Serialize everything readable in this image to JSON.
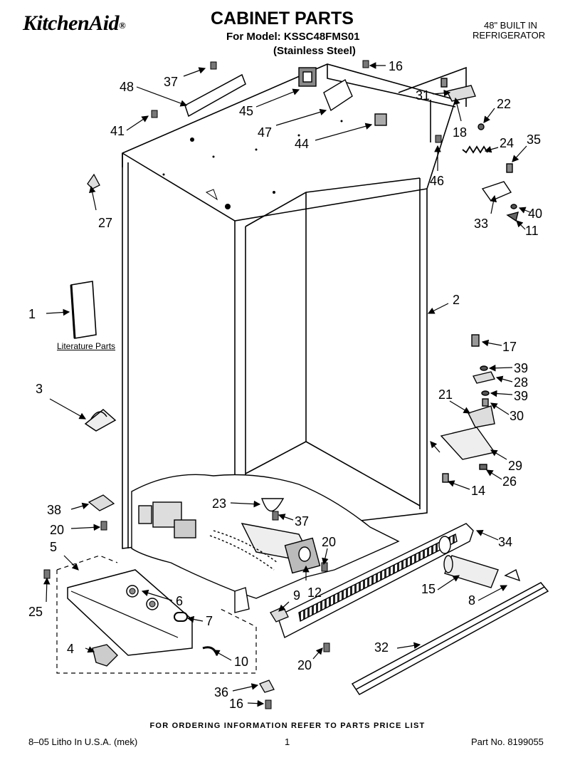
{
  "header": {
    "brand": "KitchenAid",
    "brand_mark": "®",
    "title": "CABINET PARTS",
    "model_line": "For Model: KSSC48FMS01",
    "variant_line": "(Stainless Steel)",
    "corner_line1": "48\" BUILT IN",
    "corner_line2": "REFRIGERATOR"
  },
  "literature_label": "Literature Parts",
  "callouts": {
    "c1": "1",
    "c2": "2",
    "c3": "3",
    "c4": "4",
    "c5": "5",
    "c6": "6",
    "c7": "7",
    "c8": "8",
    "c9": "9",
    "c10": "10",
    "c11": "11",
    "c12": "12",
    "c14": "14",
    "c15": "15",
    "c16a": "16",
    "c16b": "16",
    "c17": "17",
    "c18": "18",
    "c20a": "20",
    "c20b": "20",
    "c20c": "20",
    "c21": "21",
    "c22": "22",
    "c23": "23",
    "c24": "24",
    "c25": "25",
    "c26": "26",
    "c27": "27",
    "c28": "28",
    "c29": "29",
    "c30": "30",
    "c31": "31",
    "c32": "32",
    "c33": "33",
    "c34": "34",
    "c35": "35",
    "c36": "36",
    "c37a": "37",
    "c37b": "37",
    "c38": "38",
    "c39a": "39",
    "c39b": "39",
    "c40": "40",
    "c41": "41",
    "c44": "44",
    "c45": "45",
    "c46": "46",
    "c47": "47",
    "c48": "48"
  },
  "footer": {
    "ordering_note": "FOR ORDERING INFORMATION REFER TO PARTS PRICE LIST",
    "litho": "8–05 Litho In U.S.A. (mek)",
    "page_number": "1",
    "part_number": "Part No. 8199055"
  }
}
